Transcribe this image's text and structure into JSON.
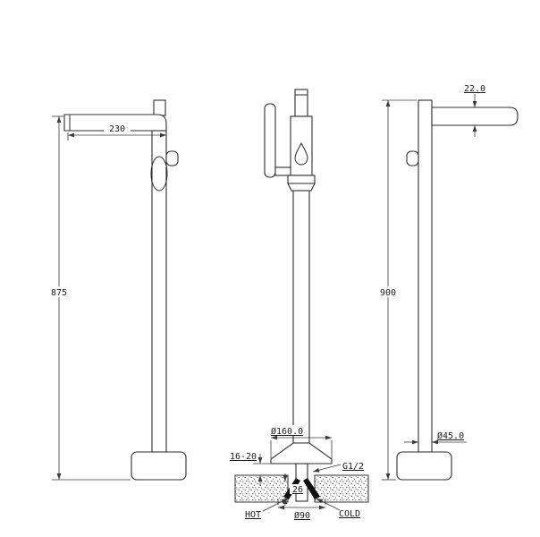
{
  "views": {
    "side_left": {
      "dim_spout_reach": "230",
      "dim_height": "875"
    },
    "front": {
      "dim_flange_diameter": "Ø160.0",
      "dim_floor_thickness": "16-20",
      "label_thread": "G1/2",
      "dim_depth": "26",
      "dim_hole_diameter": "Ø90",
      "label_hot": "HOT",
      "label_cold": "COLD"
    },
    "side_right": {
      "dim_spout_thickness": "22.0",
      "dim_height": "900",
      "dim_base_diameter": "Ø45.0"
    }
  }
}
